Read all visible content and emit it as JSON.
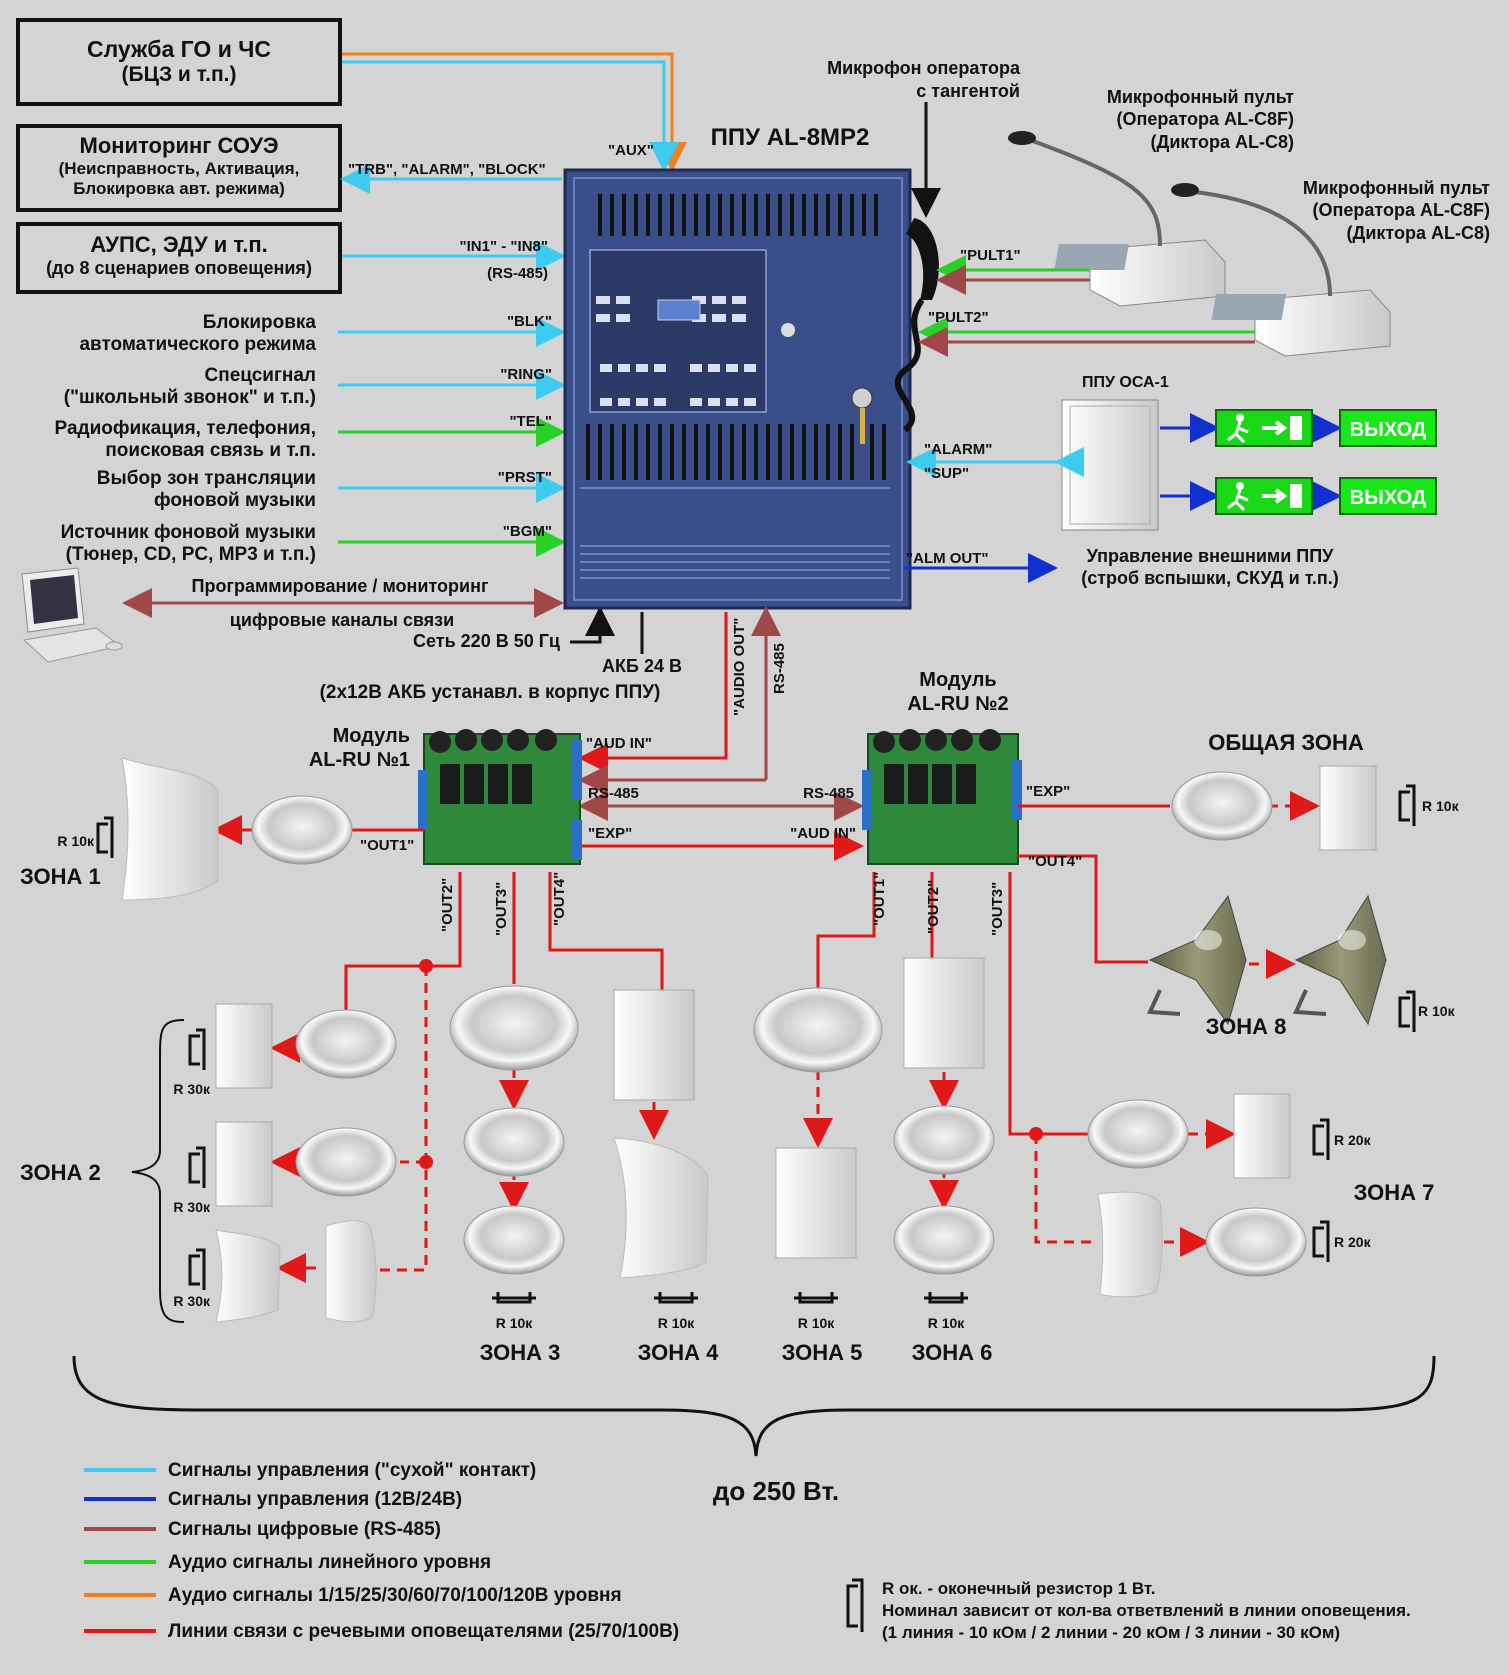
{
  "colors": {
    "control_dry": "#3ecbf0",
    "control_12v": "#1030d0",
    "digital": "#a04848",
    "line_audio": "#28d028",
    "hv_audio": "#f08020",
    "speaker_line": "#e01818"
  },
  "boxes": [
    {
      "title": "Служба ГО и ЧС",
      "sub": "(БЦЗ и т.п.)"
    },
    {
      "title": "Мониторинг СОУЭ",
      "sub": "(Неисправность, Активация,",
      "sub2": "Блокировка авт. режима)"
    },
    {
      "title": "АУПС, ЭДУ и т.п.",
      "sub": "(до 8 сценариев оповещения)"
    }
  ],
  "inputs": [
    {
      "l1": "Блокировка",
      "l2": "автоматического режима",
      "sig": "\"BLK\""
    },
    {
      "l1": "Спецсигнал",
      "l2": "(\"школьный звонок\" и т.п.)",
      "sig": "\"RING\""
    },
    {
      "l1": "Радиофикация, телефония,",
      "l2": "поисковая связь и т.п.",
      "sig": "\"TEL\""
    },
    {
      "l1": "Выбор зон трансляции",
      "l2": "фоновой музыки",
      "sig": "\"PRST\""
    },
    {
      "l1": "Источник фоновой музыки",
      "l2": "(Тюнер, CD, PC, MP3 и т.п.)",
      "sig": "\"BGM\""
    }
  ],
  "signals": {
    "aux": "\"AUX\"",
    "trb": "\"TRB\", \"ALARM\", \"BLOCK\"",
    "in": "\"IN1\" - \"IN8\"",
    "rs485": "(RS-485)",
    "pult1": "\"PULT1\"",
    "pult2": "\"PULT2\"",
    "alarm": "\"ALARM\"",
    "sup": "\"SUP\"",
    "almout": "\"ALM OUT\"",
    "audio_out": "\"AUDIO OUT\"",
    "rs485v": "RS-485",
    "aud_in": "\"AUD IN\"",
    "rs485h": "RS-485",
    "exp": "\"EXP\"",
    "out1": "\"OUT1\"",
    "out2": "\"OUT2\"",
    "out3": "\"OUT3\"",
    "out4": "\"OUT4\""
  },
  "labels": {
    "ppu": "ППУ AL-8MP2",
    "mic_op1": "Микрофон оператора",
    "mic_op2": "с тангентой",
    "pult_a1": "Микрофонный пульт",
    "pult_a2": "(Оператора AL-C8F)",
    "pult_a3": "(Диктора AL-C8)",
    "oca": "ППУ ОСА-1",
    "exit": "ВЫХОД",
    "ext1": "Управление внешними ППУ",
    "ext2": "(строб вспышки, СКУД и т.п.)",
    "prog": "Программирование / мониторинг",
    "digital": "цифровые каналы связи",
    "mains": "Сеть 220 В 50 Гц",
    "akb": "АКБ 24 В",
    "akb_note": "(2х12В АКБ устанавл. в корпус ППУ)",
    "mod1a": "Модуль",
    "mod1b": "AL-RU №1",
    "mod2a": "Модуль",
    "mod2b": "AL-RU №2",
    "common": "ОБЩАЯ ЗОНА",
    "total": "до 250 Вт."
  },
  "zones": [
    "ЗОНА 1",
    "ЗОНА 2",
    "ЗОНА 3",
    "ЗОНА 4",
    "ЗОНА 5",
    "ЗОНА 6",
    "ЗОНА 7",
    "ЗОНА 8"
  ],
  "resistors": {
    "r10": "R 10к",
    "r20": "R 20к",
    "r30": "R 30к"
  },
  "legend": [
    {
      "text": "Сигналы управления (\"сухой\" контакт)",
      "color": "#3ecbf0"
    },
    {
      "text": "Сигналы управления (12В/24В)",
      "color": "#1030d0"
    },
    {
      "text": "Сигналы цифровые (RS-485)",
      "color": "#a04848"
    },
    {
      "text": "Аудио сигналы линейного уровня",
      "color": "#28d028"
    },
    {
      "text": "Аудио сигналы 1/15/25/30/60/70/100/120В уровня",
      "color": "#f08020"
    },
    {
      "text": "Линии связи с речевыми оповещателями (25/70/100В)",
      "color": "#e01818"
    }
  ],
  "note": {
    "l1": "R ок. - оконечный резистор 1 Вт.",
    "l2": "Номинал зависит от кол-ва ответвлений в линии оповещения.",
    "l3": "(1 линия - 10 кОм / 2 линии - 20 кОм / 3 линии - 30 кОм)"
  }
}
